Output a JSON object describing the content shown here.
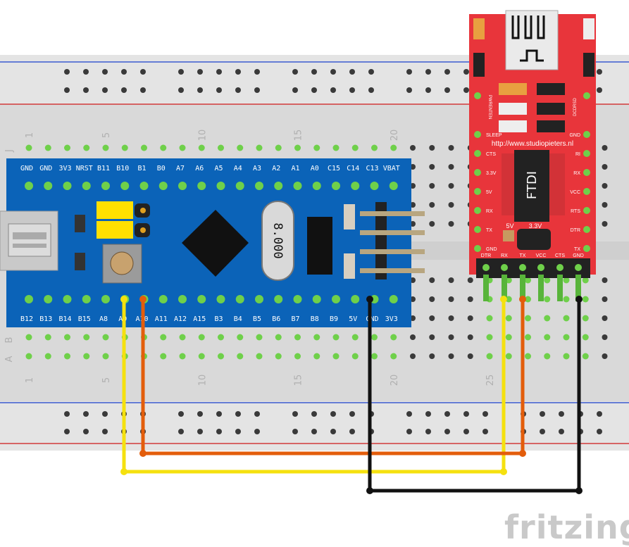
{
  "breadboard": {
    "column_numbers_top": [
      "1",
      "5",
      "10",
      "15",
      "20"
    ],
    "column_numbers_bottom": [
      "1",
      "5",
      "10",
      "15",
      "20",
      "25"
    ],
    "row_letters": [
      "J",
      "B",
      "A"
    ]
  },
  "stm32": {
    "top_pins": [
      "GND",
      "GND",
      "3V3",
      "NRST",
      "B11",
      "B10",
      "B1",
      "B0",
      "A7",
      "A6",
      "A5",
      "A4",
      "A3",
      "A2",
      "A1",
      "A0",
      "C15",
      "C14",
      "C13",
      "VBAT"
    ],
    "bottom_pins": [
      "B12",
      "B13",
      "B14",
      "B15",
      "A8",
      "A9",
      "A10",
      "A11",
      "A12",
      "A15",
      "B3",
      "B4",
      "B5",
      "B6",
      "B7",
      "B8",
      "B9",
      "5V",
      "GND",
      "3V3"
    ],
    "crystal_text": "8.000",
    "board_color": "#0b63b8"
  },
  "ftdi": {
    "url": "http://www.studiopieters.nl",
    "chip_label": "FTDI",
    "left_labels": [
      "PWRENTEN",
      "SLEEP",
      "CTS",
      "3.3V",
      "5V",
      "RX",
      "TX",
      "GND"
    ],
    "right_labels": [
      "DCDRSD",
      "GND",
      "RI",
      "RX",
      "VCC",
      "RTS",
      "DTR",
      "TX"
    ],
    "jumper_labels": [
      "5V",
      "3.3V"
    ],
    "header_labels": [
      "DTR",
      "RX",
      "TX",
      "VCC",
      "CTS",
      "GND"
    ],
    "board_color": "#e8353b"
  },
  "wires": [
    {
      "from": "A9",
      "to": "RX",
      "color": "#f5e10f"
    },
    {
      "from": "A10",
      "to": "TX",
      "color": "#e35d0b"
    },
    {
      "from": "GND",
      "to": "GND",
      "color": "#111111"
    }
  ],
  "logo": "fritzing"
}
